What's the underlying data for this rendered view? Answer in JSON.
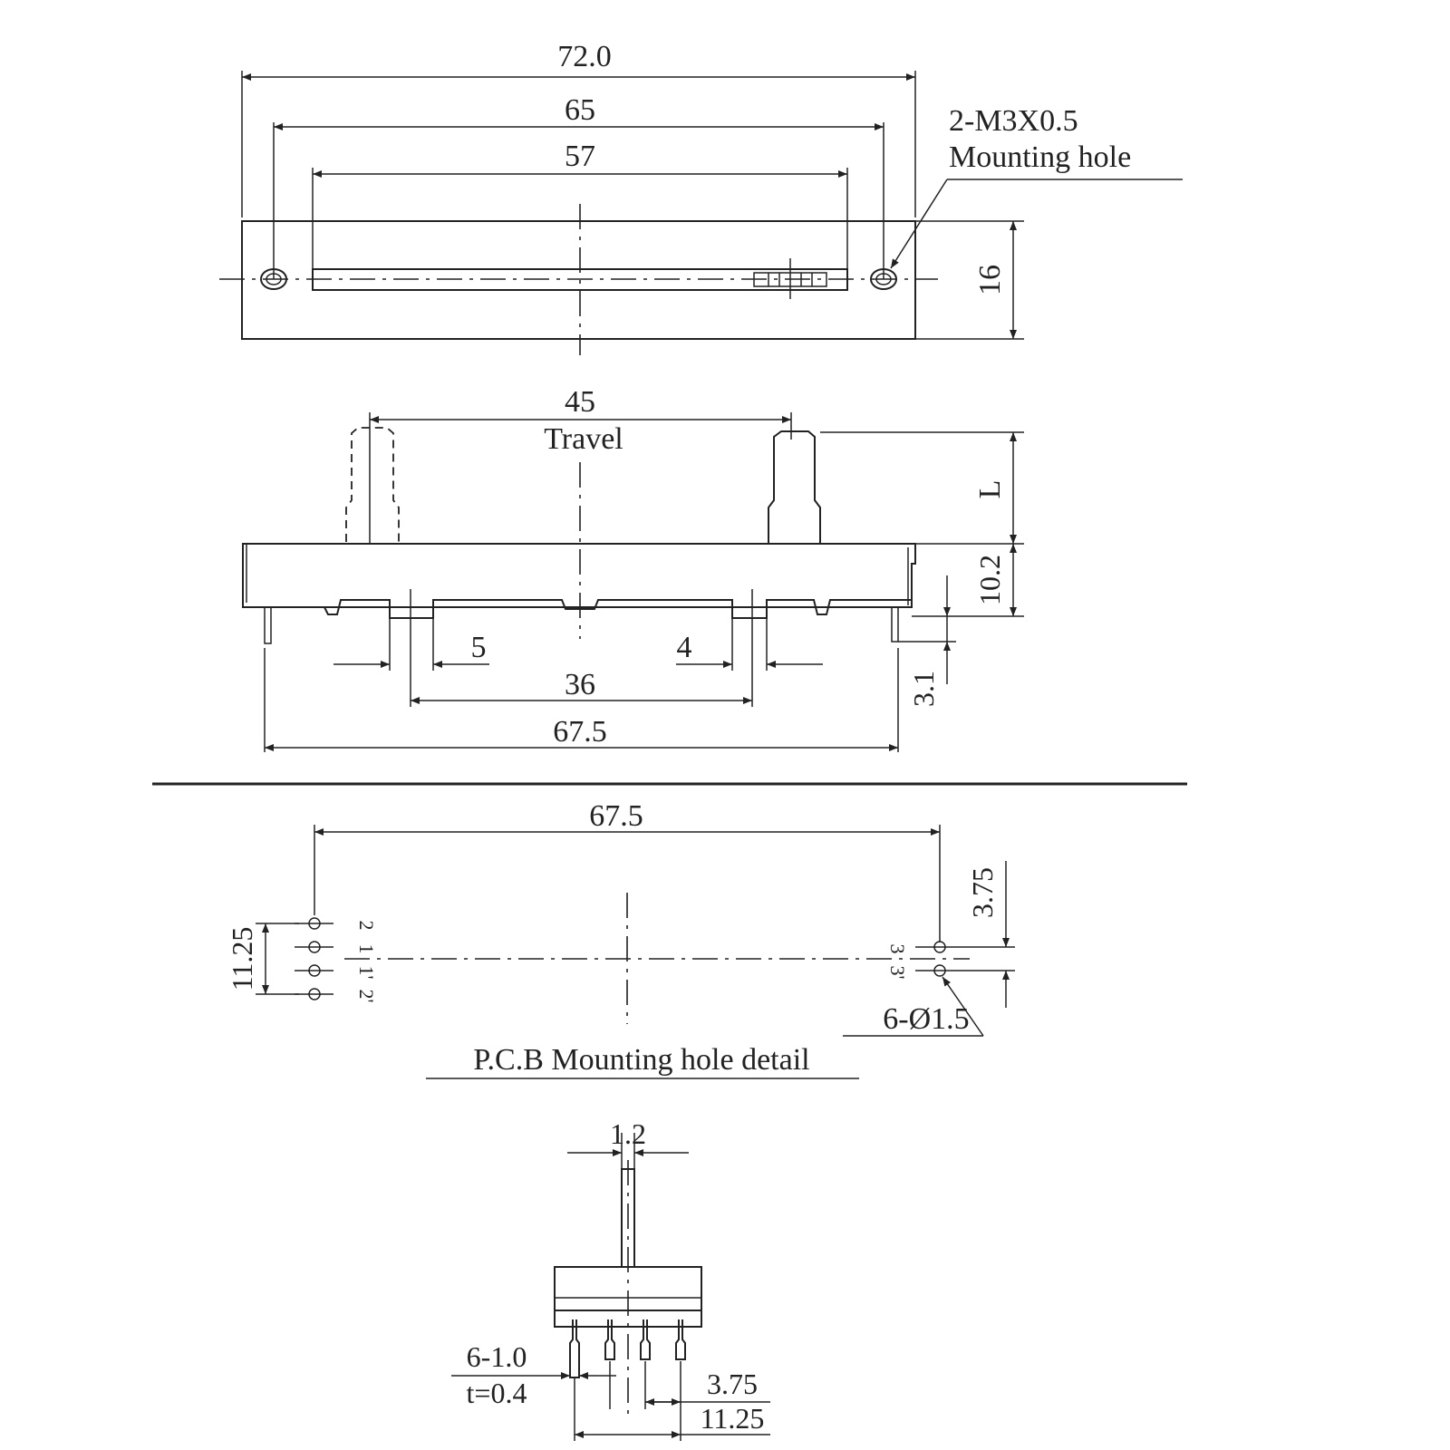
{
  "top_view": {
    "dim_overall": "72.0",
    "dim_mounting_pitch": "65",
    "dim_slot_length": "57",
    "dim_height": "16",
    "callout_line1": "2-M3X0.5",
    "callout_line2": "Mounting hole"
  },
  "side_view": {
    "dim_travel": "45",
    "travel_label": "Travel",
    "dim_lever": "L",
    "dim_body_height": "10.2",
    "dim_pin_length": "3.1",
    "dim_left_pin": "5",
    "dim_right_pin": "4",
    "dim_inner_pins": "36",
    "dim_pin_span": "67.5"
  },
  "pcb_detail": {
    "dim_span": "67.5",
    "dim_vertical_offset": "3.75",
    "dim_left_group": "11.25",
    "left_pin_labels": [
      "2",
      "1",
      "1'",
      "2'"
    ],
    "right_pin_labels": [
      "3",
      "3'"
    ],
    "callout_holes": "6-Ø1.5",
    "caption": "P.C.B Mounting hole detail"
  },
  "end_view": {
    "dim_lever_width": "1.2",
    "pin_label_line1": "6-1.0",
    "pin_label_line2": "t=0.4",
    "dim_pin_pitch": "3.75",
    "dim_pin_span": "11.25"
  }
}
